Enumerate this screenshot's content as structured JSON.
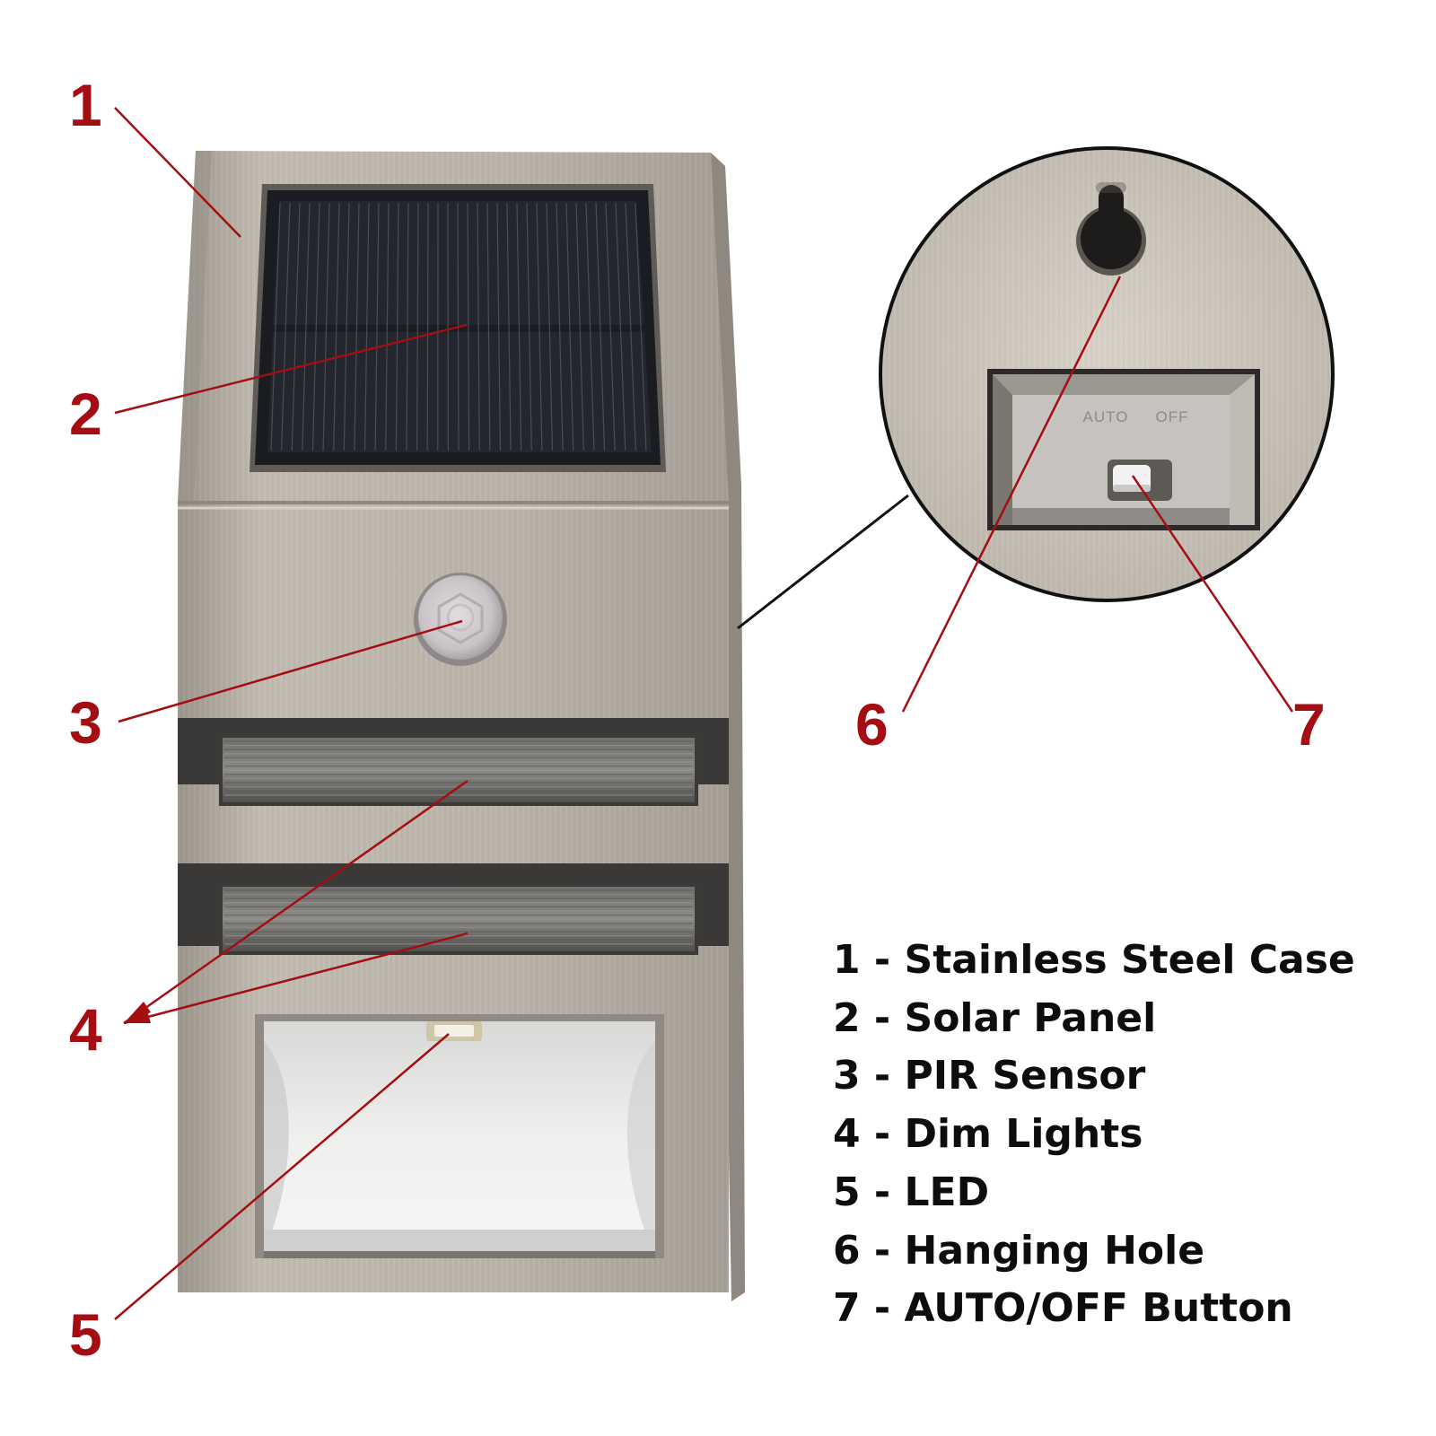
{
  "callouts": [
    "1",
    "2",
    "3",
    "4",
    "5",
    "6",
    "7"
  ],
  "switch_labels": {
    "auto": "AUTO",
    "off": "OFF"
  },
  "legend": [
    "1 - Stainless Steel Case",
    "2 - Solar Panel",
    "3 - PIR Sensor",
    "4 - Dim Lights",
    "5 - LED",
    "6 - Hanging Hole",
    "7 - AUTO/OFF Button"
  ],
  "colors": {
    "callout_number": "#a40d12",
    "callout_line": "#a40d12",
    "steel": "#b5aea4",
    "solar_cell": "#1b1c22",
    "legend_text": "#0d0d0d"
  }
}
